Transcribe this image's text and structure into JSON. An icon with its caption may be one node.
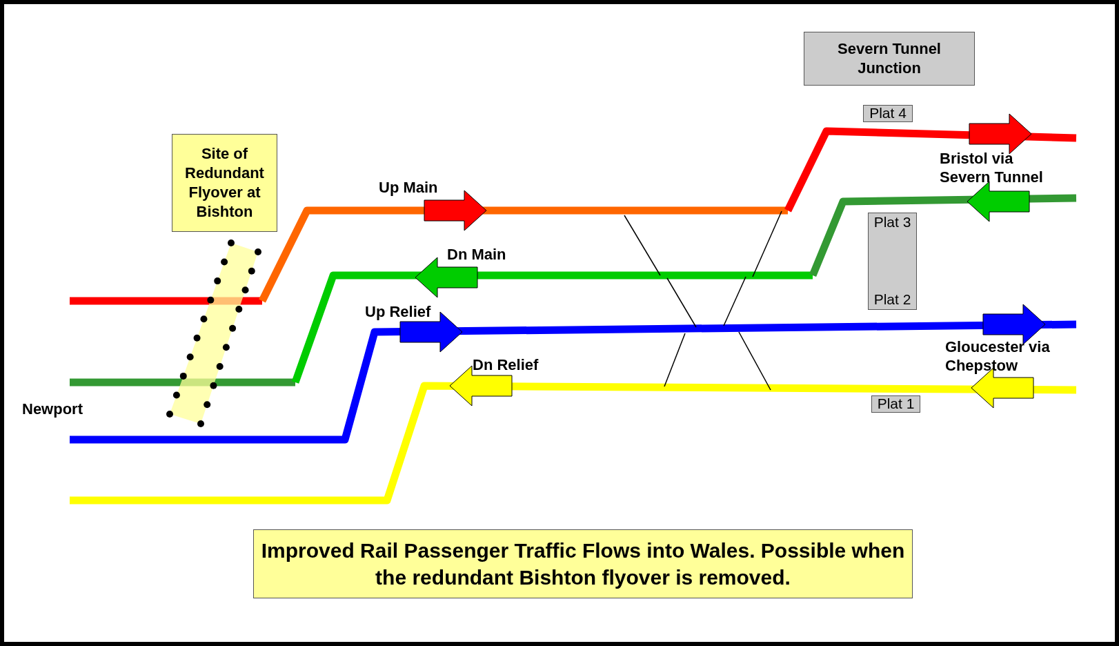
{
  "diagram": {
    "caption": "Improved Rail Passenger Traffic Flows into Wales. Possible when the redundant Bishton flyover is removed.",
    "nodes": [
      {
        "text": [
          "Severn Tunnel Junction"
        ]
      },
      {
        "text": [
          "Site of Redundant Flyover at Bishton"
        ]
      },
      {
        "text": [
          "Plat 4"
        ]
      },
      {
        "text": [
          "Plat 3",
          "Plat 2"
        ]
      },
      {
        "text": [
          "Plat 1"
        ]
      }
    ],
    "labels": [
      "Bristol via Severn Tunnel",
      "Up Main",
      "Dn Main",
      "Up Relief",
      "Gloucester via Chepstow",
      "Dn Relief",
      "Newport"
    ]
  }
}
